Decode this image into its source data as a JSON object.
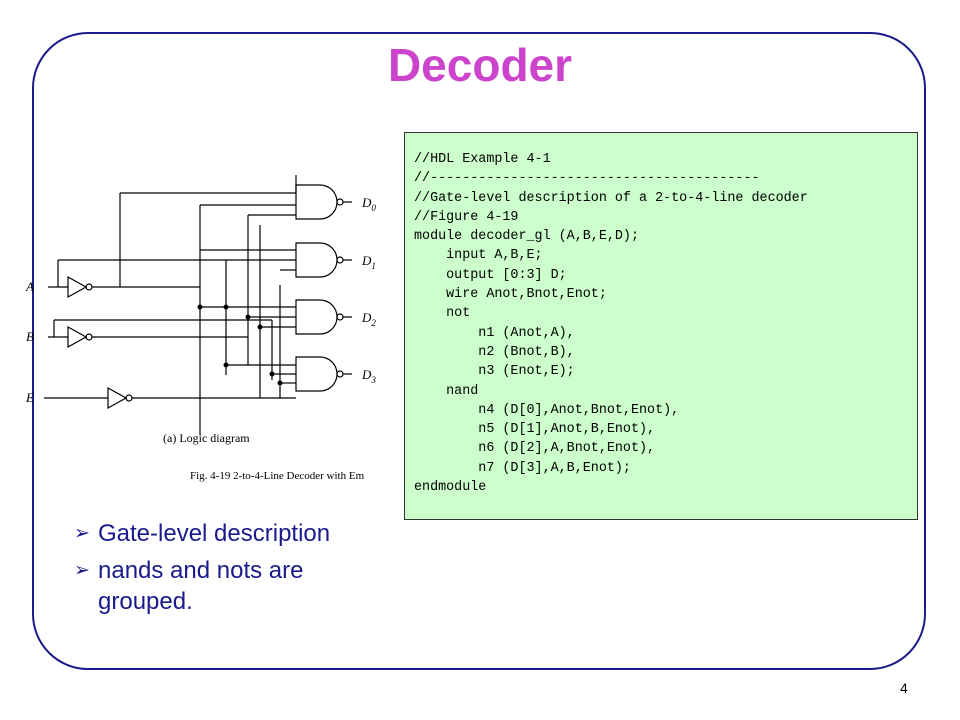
{
  "slide": {
    "title": "Decoder",
    "page_number": "4",
    "colors": {
      "title": "#cc44cc",
      "frame": "#1a1a8c",
      "code_bg": "#ccffcc",
      "bullet": "#1a1a8c"
    }
  },
  "diagram": {
    "inputs": [
      "A",
      "B",
      "E"
    ],
    "outputs": [
      {
        "letter": "D",
        "sub": "0"
      },
      {
        "letter": "D",
        "sub": "1"
      },
      {
        "letter": "D",
        "sub": "2"
      },
      {
        "letter": "D",
        "sub": "3"
      }
    ],
    "caption": "(a) Logic diagram",
    "figure_caption": "Fig. 4-19  2-to-4-Line Decoder with Em"
  },
  "code": {
    "lines": [
      "//HDL Example 4-1",
      "//-----------------------------------------",
      "//Gate-level description of a 2-to-4-line decoder",
      "//Figure 4-19",
      "module decoder_gl (A,B,E,D);",
      "    input A,B,E;",
      "    output [0:3] D;",
      "    wire Anot,Bnot,Enot;",
      "    not",
      "        n1 (Anot,A),",
      "        n2 (Bnot,B),",
      "        n3 (Enot,E);",
      "    nand",
      "        n4 (D[0],Anot,Bnot,Enot),",
      "        n5 (D[1],Anot,B,Enot),",
      "        n6 (D[2],A,Bnot,Enot),",
      "        n7 (D[3],A,B,Enot);",
      "endmodule"
    ]
  },
  "bullets": [
    "Gate-level description",
    "nands and nots are grouped."
  ]
}
